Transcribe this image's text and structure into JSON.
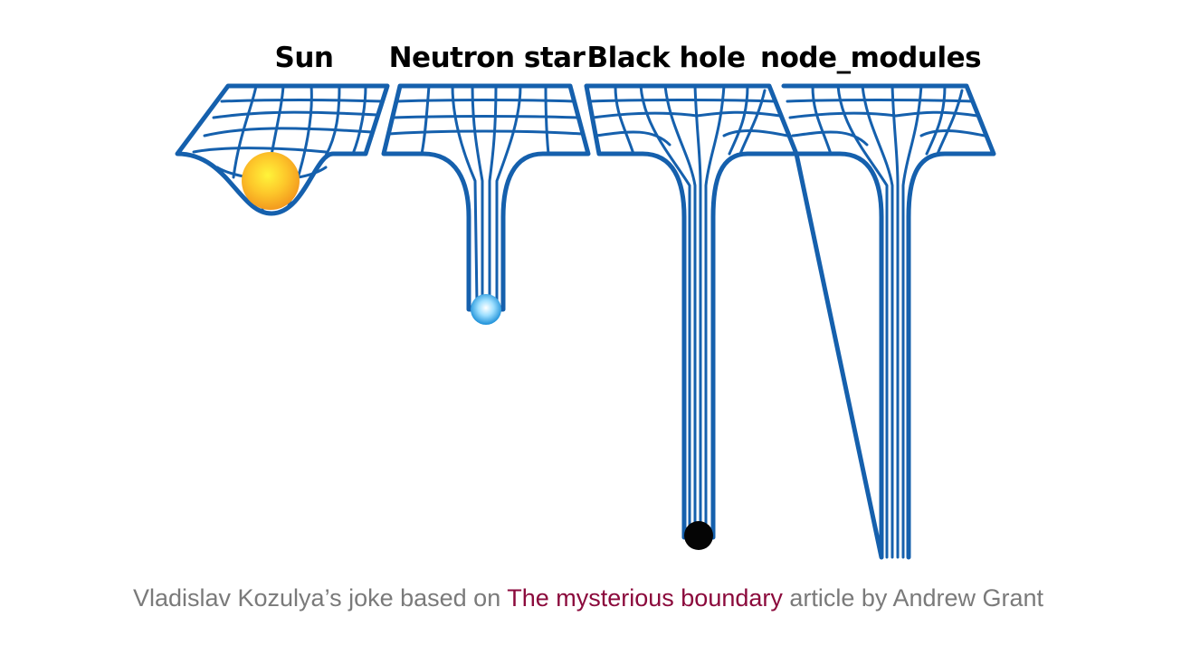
{
  "panels": {
    "sun": {
      "title": "Sun"
    },
    "neutron": {
      "title": "Neutron star"
    },
    "blackhole": {
      "title": "Black hole"
    },
    "nodemodules": {
      "title": "node_modules"
    }
  },
  "caption": {
    "prefix": "Vladislav Kozulya’s joke based on ",
    "link": "The mysterious boundary",
    "suffix": " article by Andrew Grant"
  },
  "colors": {
    "grid": "#1560ad",
    "sun": "#fbb830",
    "neutron_star": "#35a8e6",
    "black_hole": "#050505",
    "caption": "#7a7a7a",
    "link": "#8b0a3c"
  }
}
